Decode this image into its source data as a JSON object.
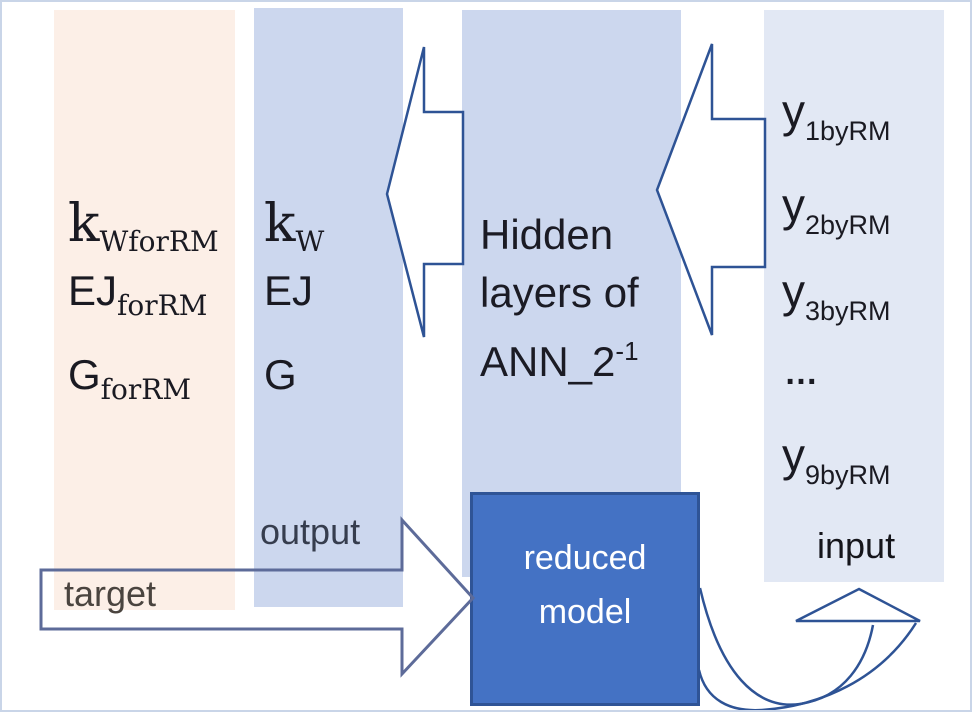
{
  "diagram": {
    "arrow_color": "#2e5395",
    "target_arrow_color": "#5d6b99",
    "text_color": "#1a1a22",
    "columns": {
      "target_outputs": {
        "bg": "#fcefe7",
        "items": [
          {
            "base": "k",
            "sub": "WforRM"
          },
          {
            "base": "EJ",
            "sub": "forRM"
          },
          {
            "base": "G",
            "sub": "forRM"
          }
        ]
      },
      "ann_outputs": {
        "bg": "#ccd7ee",
        "label": "output",
        "items": [
          {
            "base": "k",
            "sub": "W"
          },
          {
            "base": "EJ",
            "sub": ""
          },
          {
            "base": "G",
            "sub": ""
          }
        ]
      },
      "hidden_layers": {
        "bg": "#ccd7ee",
        "line1": "Hidden",
        "line2": "layers of",
        "line3_base": "ANN_2",
        "line3_sup": "-1"
      },
      "ann_inputs": {
        "bg": "#e2e8f4",
        "label": "input",
        "ellipsis": "…",
        "items": [
          {
            "base": "y",
            "sub": "1byRM"
          },
          {
            "base": "y",
            "sub": "2byRM"
          },
          {
            "base": "y",
            "sub": "3byRM"
          },
          {
            "base": "y",
            "sub": "9byRM"
          }
        ]
      }
    },
    "target_label": "target",
    "reduced_model": {
      "bg": "#4472c4",
      "border": "#2f5496",
      "line1": "reduced",
      "line2": "model"
    }
  }
}
